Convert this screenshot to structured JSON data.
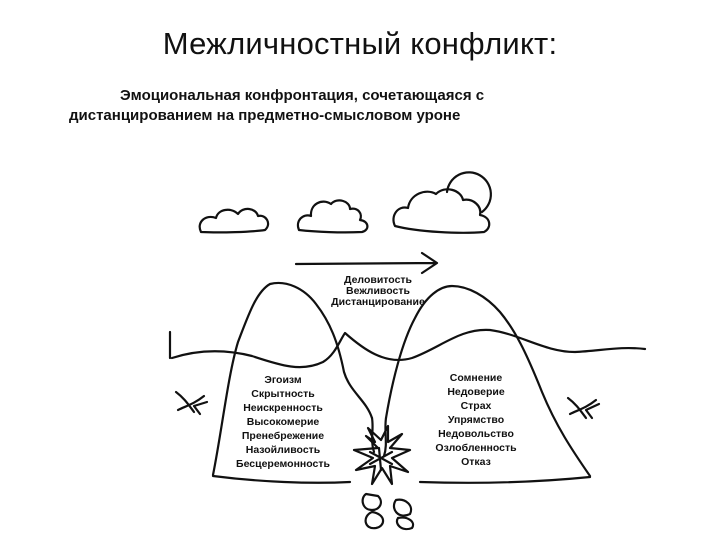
{
  "title": "Межличностный конфликт:",
  "subtitle": {
    "line1": "Эмоциональная конфронтация, сочетающаяся с",
    "line2": "дистанцированием на предметно-смысловом уроне"
  },
  "diagram": {
    "surface_labels": [
      "Деловитость",
      "Вежливость",
      "Дистанцирование"
    ],
    "left_mountain_labels": [
      "Эгоизм",
      "Скрытность",
      "Неискренность",
      "Высокомерие",
      "Пренебрежение",
      "Назойливость",
      "Бесцеремонность"
    ],
    "right_mountain_labels": [
      "Сомнение",
      "Недоверие",
      "Страх",
      "Упрямство",
      "Недовольство",
      "Озлобленность",
      "Отказ"
    ]
  }
}
